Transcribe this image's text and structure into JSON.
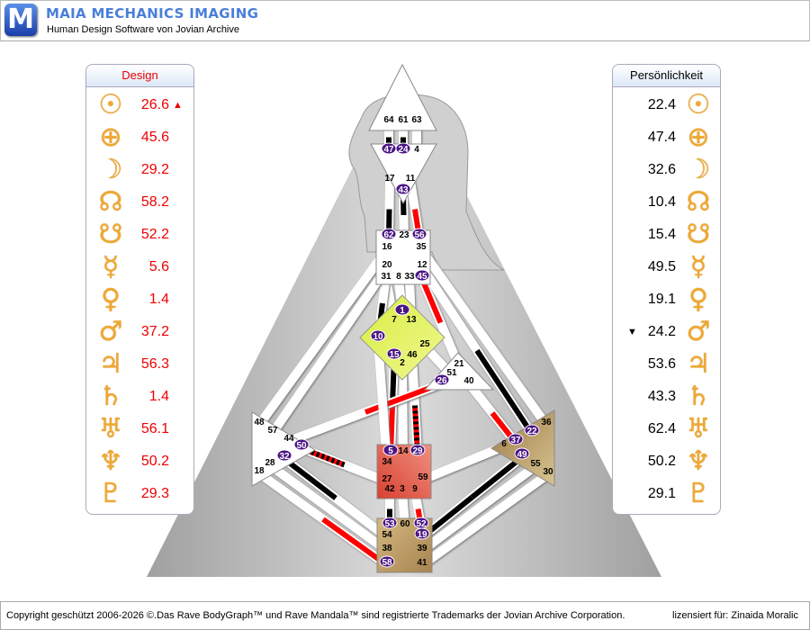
{
  "header": {
    "logo_letter": "M",
    "title": "MAIA MECHANICS IMAGING",
    "subtitle": "Human Design Software von Jovian Archive"
  },
  "design": {
    "title": "Design",
    "marker": "▲",
    "rows": [
      {
        "planet": "sun",
        "glyph": "☉",
        "value": "26.6",
        "marker": true
      },
      {
        "planet": "earth",
        "glyph": "⊕",
        "value": "45.6"
      },
      {
        "planet": "moon",
        "glyph": "☽",
        "value": "29.2"
      },
      {
        "planet": "north-node",
        "glyph": "☊",
        "value": "58.2"
      },
      {
        "planet": "south-node",
        "glyph": "☋",
        "value": "52.2"
      },
      {
        "planet": "mercury",
        "glyph": "☿",
        "value": "5.6"
      },
      {
        "planet": "venus",
        "glyph": "♀",
        "value": "1.4"
      },
      {
        "planet": "mars",
        "glyph": "♂",
        "value": "37.2"
      },
      {
        "planet": "jupiter",
        "glyph": "♃",
        "value": "56.3"
      },
      {
        "planet": "saturn",
        "glyph": "♄",
        "value": "1.4"
      },
      {
        "planet": "uranus",
        "glyph": "♅",
        "value": "56.1"
      },
      {
        "planet": "neptune",
        "glyph": "♆",
        "value": "50.2"
      },
      {
        "planet": "pluto",
        "glyph": "♇",
        "value": "29.3"
      }
    ]
  },
  "personality": {
    "title": "Persönlichkeit",
    "marker": "▼",
    "rows": [
      {
        "planet": "sun",
        "glyph": "☉",
        "value": "22.4"
      },
      {
        "planet": "earth",
        "glyph": "⊕",
        "value": "47.4"
      },
      {
        "planet": "moon",
        "glyph": "☽",
        "value": "32.6"
      },
      {
        "planet": "north-node",
        "glyph": "☊",
        "value": "10.4"
      },
      {
        "planet": "south-node",
        "glyph": "☋",
        "value": "15.4"
      },
      {
        "planet": "mercury",
        "glyph": "☿",
        "value": "49.5"
      },
      {
        "planet": "venus",
        "glyph": "♀",
        "value": "19.1"
      },
      {
        "planet": "mars",
        "glyph": "♂",
        "value": "24.2",
        "marker": true
      },
      {
        "planet": "jupiter",
        "glyph": "♃",
        "value": "53.6"
      },
      {
        "planet": "saturn",
        "glyph": "♄",
        "value": "43.3"
      },
      {
        "planet": "uranus",
        "glyph": "♅",
        "value": "62.4"
      },
      {
        "planet": "neptune",
        "glyph": "♆",
        "value": "50.2"
      },
      {
        "planet": "pluto",
        "glyph": "♇",
        "value": "29.1"
      }
    ]
  },
  "colors": {
    "design": "#ff0000",
    "personality": "#000000",
    "defined_badge": "#4b1585",
    "g_center": "#e4f060",
    "sacral": "#e8705a",
    "motor_brown": "#b89860"
  },
  "bodygraph": {
    "centers": [
      {
        "name": "head",
        "gates": [
          {
            "n": "64"
          },
          {
            "n": "61"
          },
          {
            "n": "63"
          }
        ]
      },
      {
        "name": "ajna",
        "gates": [
          {
            "n": "47",
            "active": true
          },
          {
            "n": "24",
            "active": true
          },
          {
            "n": "4"
          },
          {
            "n": "17"
          },
          {
            "n": "11"
          },
          {
            "n": "43",
            "active": true
          }
        ]
      },
      {
        "name": "throat",
        "gates": [
          {
            "n": "62",
            "active": true
          },
          {
            "n": "23"
          },
          {
            "n": "56",
            "active": true
          },
          {
            "n": "16"
          },
          {
            "n": "35"
          },
          {
            "n": "20"
          },
          {
            "n": "12"
          },
          {
            "n": "31"
          },
          {
            "n": "8"
          },
          {
            "n": "33"
          },
          {
            "n": "45",
            "active": true
          }
        ]
      },
      {
        "name": "g",
        "gates": [
          {
            "n": "1",
            "active": true
          },
          {
            "n": "7"
          },
          {
            "n": "13"
          },
          {
            "n": "10",
            "active": true
          },
          {
            "n": "25"
          },
          {
            "n": "15",
            "active": true
          },
          {
            "n": "46"
          },
          {
            "n": "2"
          }
        ]
      },
      {
        "name": "heart",
        "gates": [
          {
            "n": "21"
          },
          {
            "n": "51"
          },
          {
            "n": "26",
            "active": true
          },
          {
            "n": "40"
          }
        ]
      },
      {
        "name": "spleen",
        "gates": [
          {
            "n": "48"
          },
          {
            "n": "57"
          },
          {
            "n": "44"
          },
          {
            "n": "50",
            "active": true
          },
          {
            "n": "32",
            "active": true
          },
          {
            "n": "28"
          },
          {
            "n": "18"
          }
        ]
      },
      {
        "name": "sacral",
        "gates": [
          {
            "n": "5",
            "active": true
          },
          {
            "n": "14"
          },
          {
            "n": "29",
            "active": true
          },
          {
            "n": "34"
          },
          {
            "n": "27"
          },
          {
            "n": "59"
          },
          {
            "n": "42"
          },
          {
            "n": "3"
          },
          {
            "n": "9"
          }
        ]
      },
      {
        "name": "solar-plexus",
        "gates": [
          {
            "n": "36"
          },
          {
            "n": "22",
            "active": true
          },
          {
            "n": "37",
            "active": true
          },
          {
            "n": "6"
          },
          {
            "n": "49",
            "active": true
          },
          {
            "n": "55"
          },
          {
            "n": "30"
          }
        ]
      },
      {
        "name": "root",
        "gates": [
          {
            "n": "53",
            "active": true
          },
          {
            "n": "60"
          },
          {
            "n": "52",
            "active": true
          },
          {
            "n": "54"
          },
          {
            "n": "19",
            "active": true
          },
          {
            "n": "38"
          },
          {
            "n": "39"
          },
          {
            "n": "58",
            "active": true
          },
          {
            "n": "41"
          }
        ]
      }
    ],
    "channels": [
      {
        "a": "64",
        "b": "47",
        "ha": "",
        "hb": "p"
      },
      {
        "a": "61",
        "b": "24",
        "ha": "",
        "hb": "p"
      },
      {
        "a": "63",
        "b": "4",
        "ha": "",
        "hb": ""
      },
      {
        "a": "17",
        "b": "62",
        "ha": "",
        "hb": "p"
      },
      {
        "a": "43",
        "b": "23",
        "ha": "p",
        "hb": ""
      },
      {
        "a": "11",
        "b": "56",
        "ha": "",
        "hb": "d"
      },
      {
        "a": "31",
        "b": "7",
        "ha": "",
        "hb": ""
      },
      {
        "a": "8",
        "b": "1",
        "ha": "",
        "hb": ""
      },
      {
        "a": "33",
        "b": "13",
        "ha": "",
        "hb": ""
      },
      {
        "a": "20",
        "b": "10",
        "ha": "",
        "hb": "p"
      },
      {
        "a": "20",
        "b": "57",
        "ha": "",
        "hb": ""
      },
      {
        "a": "16",
        "b": "48",
        "ha": "",
        "hb": ""
      },
      {
        "a": "45",
        "b": "21",
        "ha": "d",
        "hb": ""
      },
      {
        "a": "12",
        "b": "22",
        "ha": "",
        "hb": "p"
      },
      {
        "a": "35",
        "b": "36",
        "ha": "",
        "hb": ""
      },
      {
        "a": "2",
        "b": "14",
        "ha": "",
        "hb": ""
      },
      {
        "a": "15",
        "b": "5",
        "ha": "p",
        "hb": "d"
      },
      {
        "a": "46",
        "b": "29",
        "ha": "",
        "hb": "s"
      },
      {
        "a": "26",
        "b": "44",
        "ha": "d",
        "hb": ""
      },
      {
        "a": "25",
        "b": "51",
        "ha": "",
        "hb": ""
      },
      {
        "a": "10",
        "b": "34",
        "ha": "",
        "hb": ""
      },
      {
        "a": "50",
        "b": "27",
        "ha": "s",
        "hb": ""
      },
      {
        "a": "40",
        "b": "37",
        "ha": "",
        "hb": "d"
      },
      {
        "a": "59",
        "b": "6",
        "ha": "",
        "hb": ""
      },
      {
        "a": "32",
        "b": "54",
        "ha": "p",
        "hb": ""
      },
      {
        "a": "28",
        "b": "38",
        "ha": "",
        "hb": ""
      },
      {
        "a": "18",
        "b": "58",
        "ha": "",
        "hb": "d"
      },
      {
        "a": "19",
        "b": "49",
        "ha": "p",
        "hb": "p"
      },
      {
        "a": "39",
        "b": "55",
        "ha": "",
        "hb": ""
      },
      {
        "a": "41",
        "b": "30",
        "ha": "",
        "hb": ""
      },
      {
        "a": "53",
        "b": "42",
        "ha": "p",
        "hb": ""
      },
      {
        "a": "60",
        "b": "3",
        "ha": "",
        "hb": ""
      },
      {
        "a": "52",
        "b": "9",
        "ha": "d",
        "hb": ""
      }
    ]
  },
  "footer": {
    "copyright": "Copyright geschützt 2006-2026 ©.Das Rave BodyGraph™ und Rave Mandala™ sind registrierte Trademarks der Jovian Archive Corporation.",
    "license": "lizensiert für: Zinaida Moralic"
  }
}
